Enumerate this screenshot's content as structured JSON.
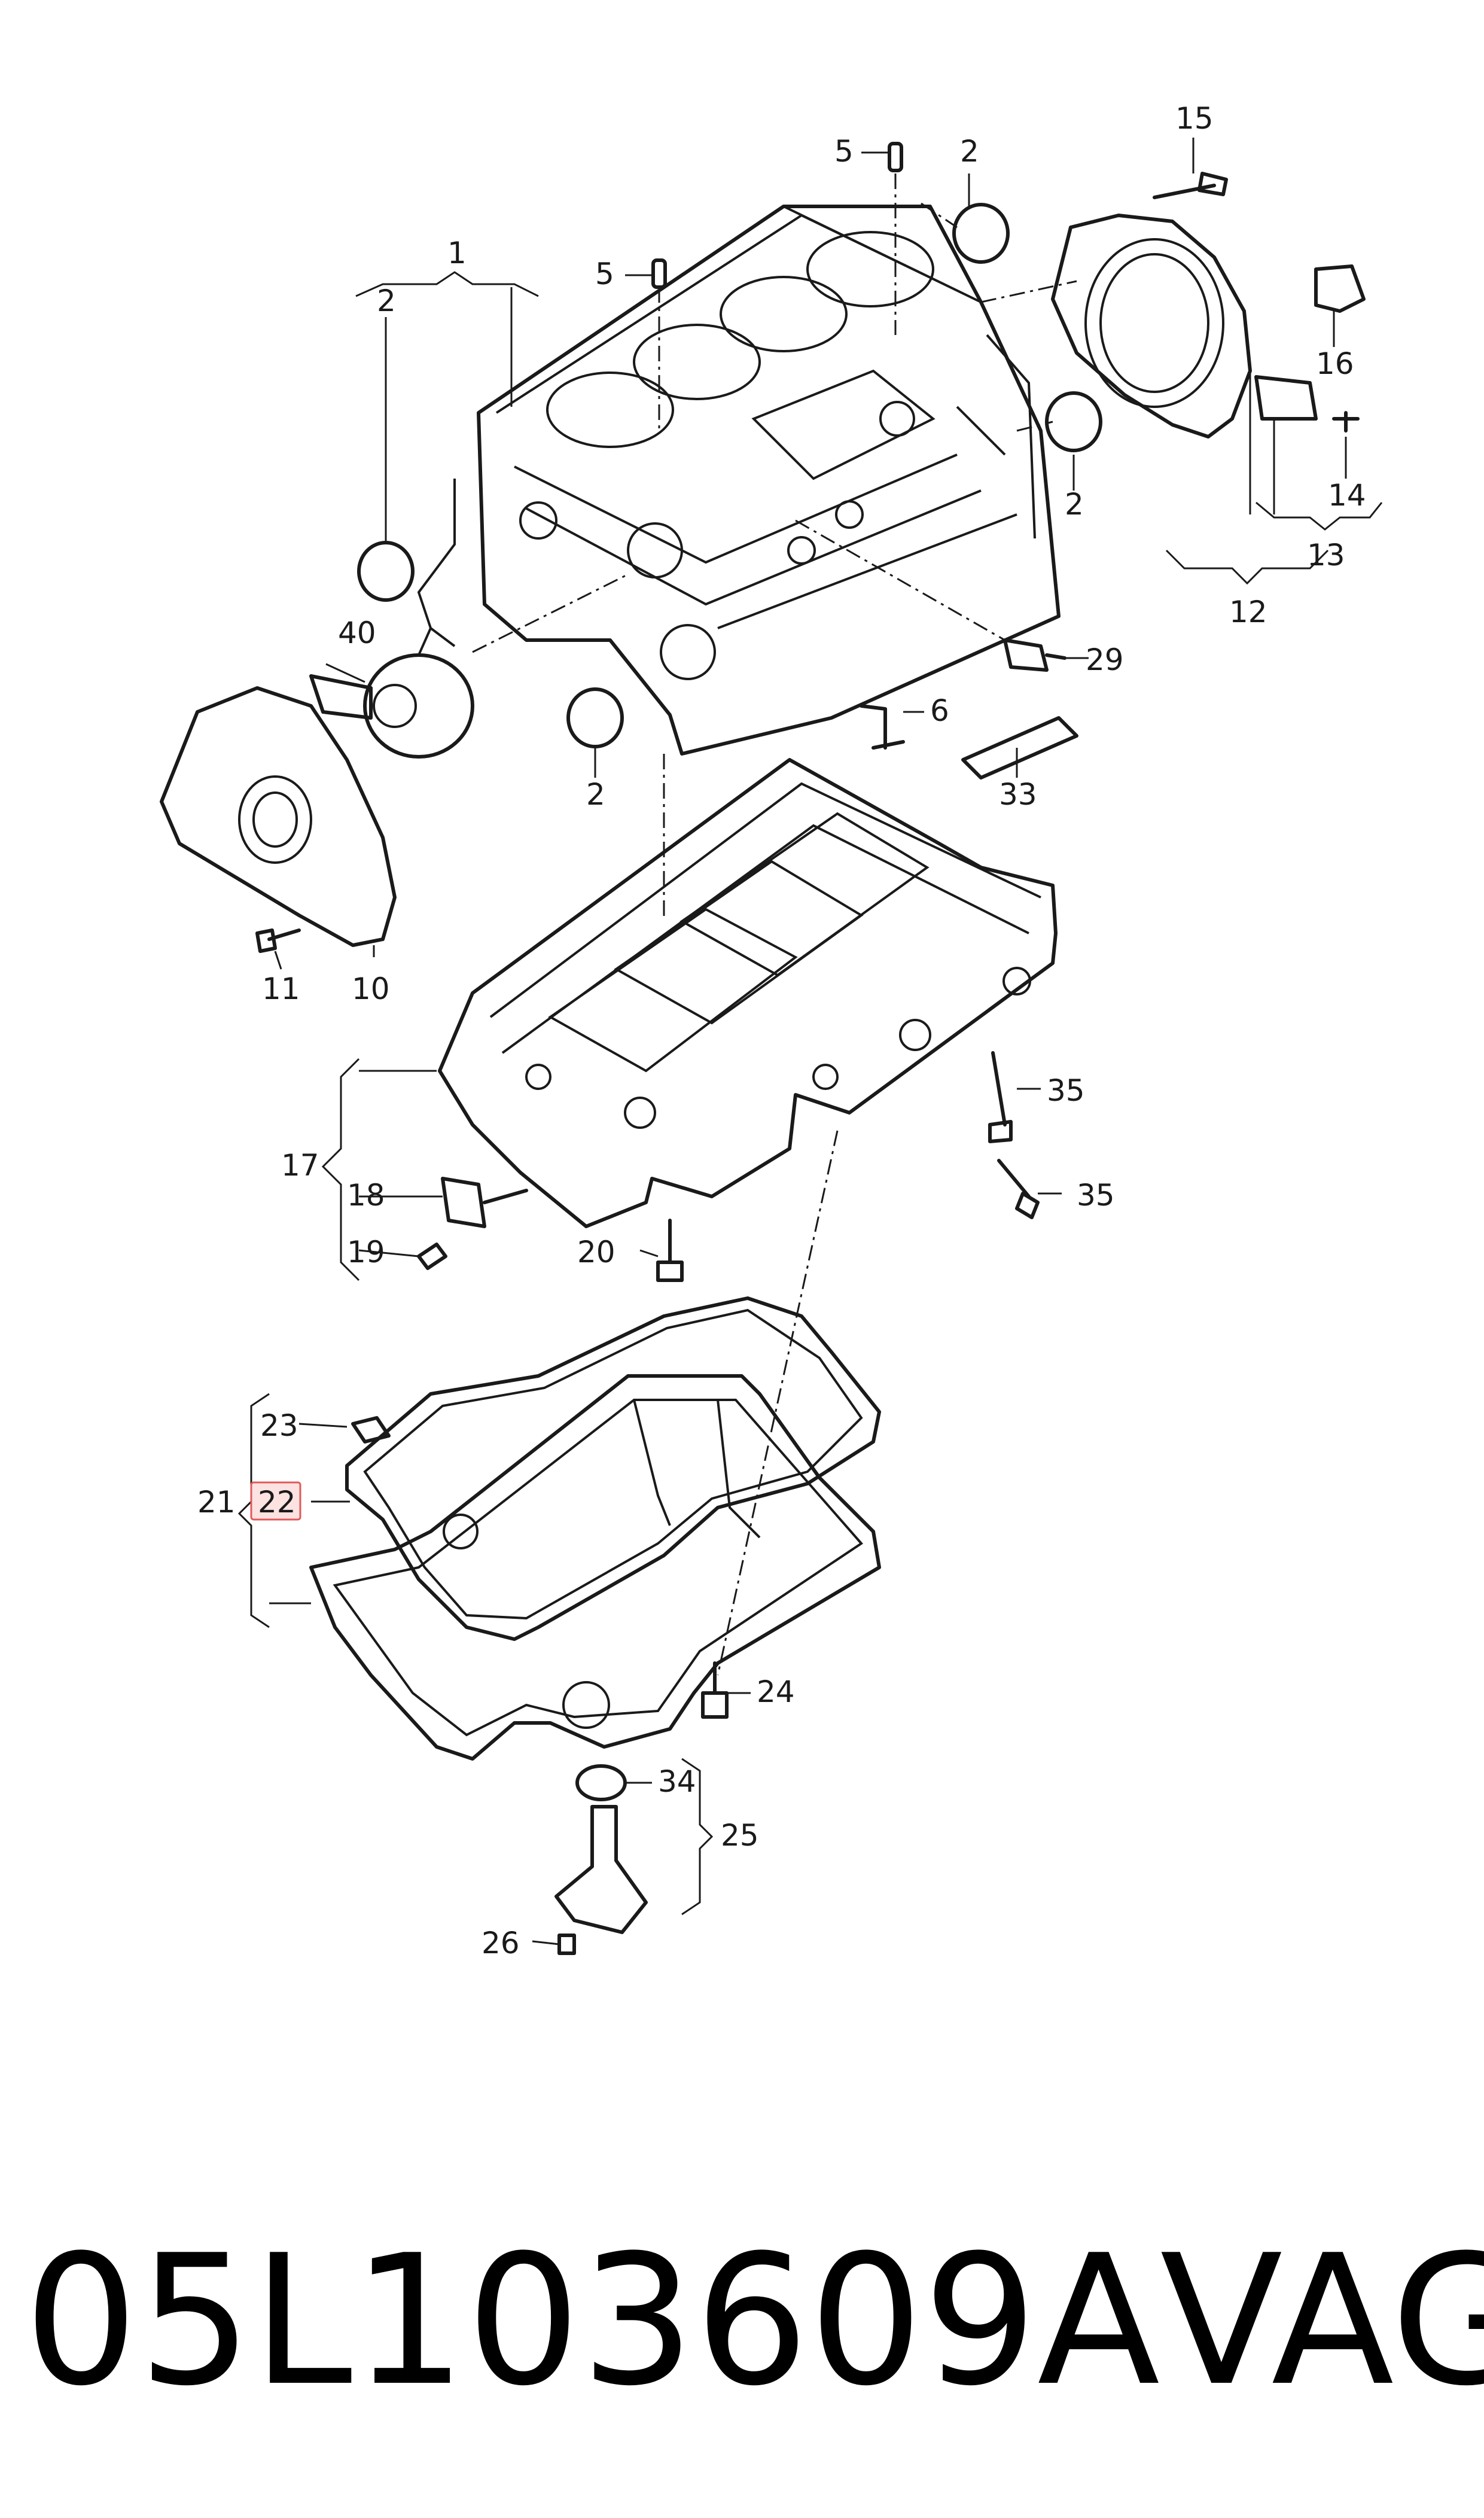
{
  "diagram": {
    "callouts": {
      "c1": "1",
      "c2a": "2",
      "c2b": "2",
      "c2c": "2",
      "c2d": "2",
      "c5a": "5",
      "c5b": "5",
      "c6": "6",
      "c10": "10",
      "c11": "11",
      "c12": "12",
      "c13": "13",
      "c14": "14",
      "c15": "15",
      "c16": "16",
      "c17": "17",
      "c18": "18",
      "c19": "19",
      "c20": "20",
      "c21": "21",
      "c22": "22",
      "c23": "23",
      "c24": "24",
      "c25": "25",
      "c26": "26",
      "c29": "29",
      "c33": "33",
      "c34": "34",
      "c35a": "35",
      "c35b": "35",
      "c40": "40"
    },
    "highlighted_callout": "22",
    "highlight_color": "#e05a5a"
  },
  "footer": {
    "part_number": "05L103609A",
    "brand": "VAG"
  }
}
